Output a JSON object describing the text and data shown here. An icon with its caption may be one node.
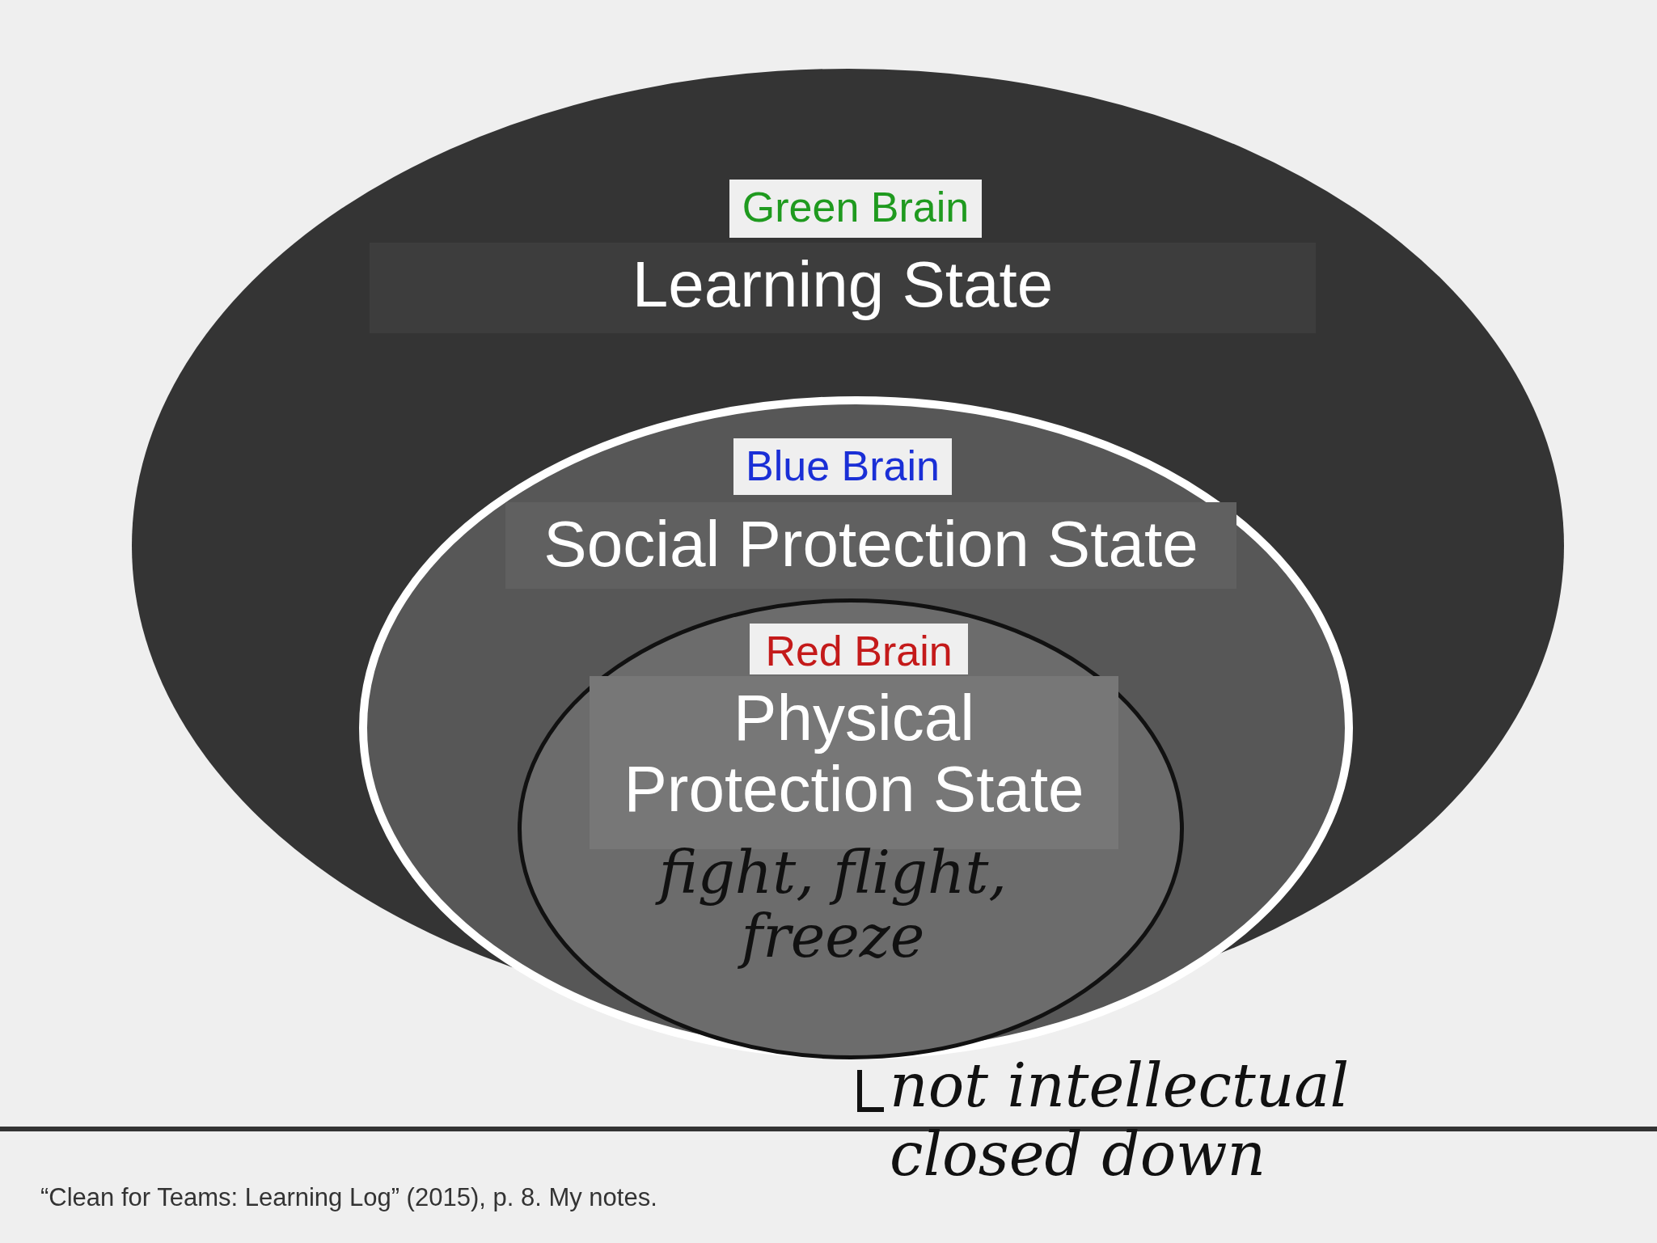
{
  "diagram": {
    "caption": "“Clean for Teams: Learning Log” (2015), p. 8. My notes.",
    "nodes": [
      {
        "text": [
          "Green Brain",
          "Learning State"
        ]
      },
      {
        "text": [
          "Blue Brain",
          "Social Protection State"
        ],
        "in": 0
      },
      {
        "text": [
          "Red Brain",
          "Physical Protection State",
          "fight, flight, freeze"
        ],
        "in": 1,
        "beside": [
          "not intellectual closed down"
        ]
      }
    ]
  }
}
